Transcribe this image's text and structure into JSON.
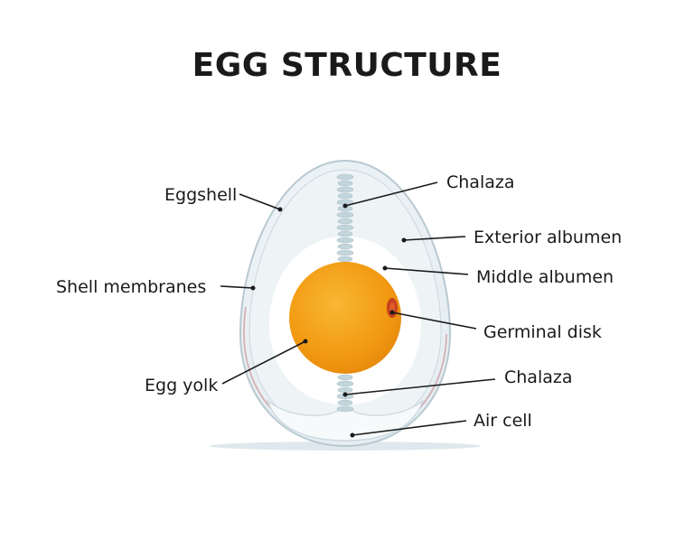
{
  "title": "EGG STRUCTURE",
  "labels": {
    "eggshell": "Eggshell",
    "shell_membranes": "Shell membranes",
    "egg_yolk": "Egg yolk",
    "chalaza_top": "Chalaza",
    "exterior_albumen": "Exterior albumen",
    "middle_albumen": "Middle albumen",
    "germinal_disk": "Germinal disk",
    "chalaza_bottom": "Chalaza",
    "air_cell": "Air cell"
  },
  "colors": {
    "shell_outline": "#b9c9d1",
    "shell_fill": "#e9f1f4",
    "membrane": "#c8a0a8",
    "exterior_albumen": "#f1f6f8",
    "middle_albumen": "#ffffff",
    "yolk": "#f39c12",
    "yolk_highlight": "#f7b733",
    "germinal_disk": "#c0392b",
    "chalaza": "#b7ccd4",
    "shadow": "#dde8ec"
  }
}
